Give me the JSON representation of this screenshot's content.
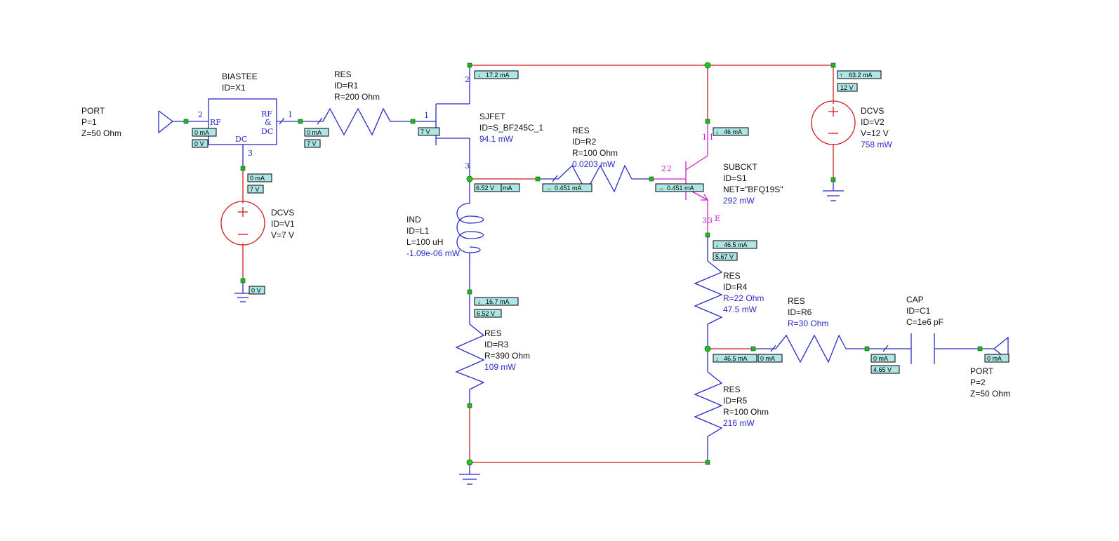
{
  "components": {
    "port1": {
      "lines": [
        "PORT",
        "P=1",
        "Z=50 Ohm"
      ]
    },
    "port2": {
      "lines": [
        "PORT",
        "P=2",
        "Z=50 Ohm"
      ]
    },
    "biastee": {
      "lines": [
        "BIASTEE",
        "ID=X1"
      ],
      "pin_rf_left": "RF",
      "pin_rf_right_1": "RF",
      "pin_rf_right_2": "&",
      "pin_rf_right_3": "DC",
      "pin_dc": "DC",
      "pin_num_left": "2",
      "pin_num_right": "1",
      "pin_num_bottom": "3"
    },
    "r1": {
      "lines": [
        "RES",
        "ID=R1",
        "R=200 Ohm"
      ]
    },
    "sjfet": {
      "lines": [
        "SJFET",
        "ID=S_BF245C_1"
      ],
      "power": "94.1 mW",
      "pin_d": "2",
      "pin_g": "1",
      "pin_s": "3"
    },
    "r2": {
      "lines": [
        "RES",
        "ID=R2",
        "R=100 Ohm"
      ],
      "power": "0.0203 mW"
    },
    "subckt": {
      "lines": [
        "SUBCKT",
        "ID=S1",
        "NET=\"BFQ19S\""
      ],
      "power": "292 mW",
      "pin_c": "1",
      "pin_c2": "1",
      "pin_b": "2",
      "pin_b2": "2",
      "pin_e": "3",
      "pin_e2": "3",
      "pin_e_label": "E"
    },
    "v2": {
      "lines": [
        "DCVS",
        "ID=V2",
        "V=12 V"
      ],
      "power": "758 mW"
    },
    "v1": {
      "lines": [
        "DCVS",
        "ID=V1",
        "V=7 V"
      ]
    },
    "l1": {
      "lines": [
        "IND",
        "ID=L1",
        "L=100 uH"
      ],
      "power": "-1.09e-06 mW"
    },
    "r3": {
      "lines": [
        "RES",
        "ID=R3",
        "R=390 Ohm"
      ],
      "power": "109 mW"
    },
    "r4": {
      "lines": [
        "RES",
        "ID=R4"
      ],
      "value": "R=22 Ohm",
      "power": "47.5 mW"
    },
    "r5": {
      "lines": [
        "RES",
        "ID=R5",
        "R=100 Ohm"
      ],
      "power": "216 mW"
    },
    "r6": {
      "lines": [
        "RES",
        "ID=R6"
      ],
      "value": "R=30 Ohm"
    },
    "c1": {
      "lines": [
        "CAP",
        "ID=C1",
        "C=1e6 pF"
      ]
    }
  },
  "annotations": {
    "p1_i": "0 mA",
    "p1_v": "0 V",
    "x1_out_i": "0 mA",
    "x1_out_v": "7 V",
    "x1_dc_i": "0 mA",
    "x1_dc_v": "7 V",
    "v1_gnd_v": "0 V",
    "jfet_g": "7 V",
    "jfet_d_i": "17.2 mA",
    "v2_i": "63.2 mA",
    "v2_v": "12 V",
    "q_c_i": "46 mA",
    "jfet_s_v": "6.52 V",
    "jfet_s_i": "mA",
    "r2_i": "0.451 mA",
    "q_b_i": "0.451 mA",
    "q_e_i": "46.5 mA",
    "q_e_v": "5.67 V",
    "l1_i": "16.7 mA",
    "l1_v": "6.52 V",
    "r5_i": "46.5 mA",
    "r6_i": "0 mA",
    "c1_i": "0 mA",
    "c1_v": "4.65 V",
    "p2_i": "0 mA"
  },
  "colors": {
    "wire": "#d11a1a",
    "component": "#2a2ac8",
    "subcircuit": "#d21fd2",
    "annotation_fill": "#aee6e6",
    "node": "#22b422"
  }
}
